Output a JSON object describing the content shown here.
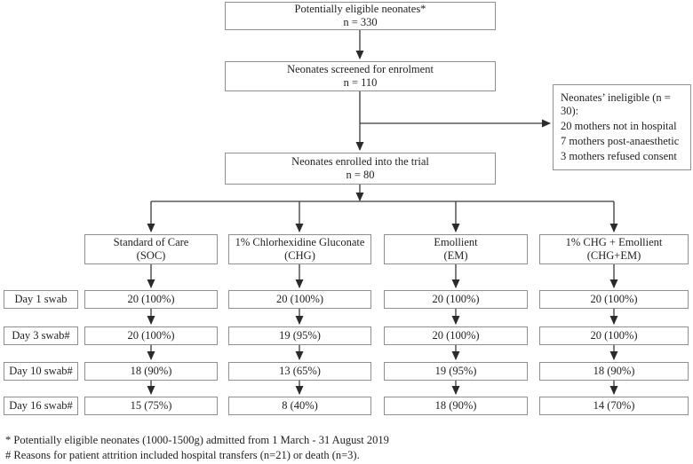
{
  "diagram": {
    "eligible": {
      "line1": "Potentially eligible neonates*",
      "line2": "n = 330"
    },
    "screened": {
      "line1": "Neonates screened for enrolment",
      "line2": "n = 110"
    },
    "ineligible": {
      "title": "Neonates’ ineligible (n = 30):",
      "reasons": [
        "20 mothers not in hospital",
        "7 mothers post-anaesthetic",
        "3 mothers refused consent"
      ]
    },
    "enrolled": {
      "line1": "Neonates enrolled into the trial",
      "line2": "n = 80"
    }
  },
  "rows": [
    "Day 1 swab",
    "Day 3 swab#",
    "Day 10 swab#",
    "Day 16 swab#"
  ],
  "arms": [
    {
      "name": "Standard of Care",
      "abbr": "(SOC)",
      "values": [
        "20 (100%)",
        "20 (100%)",
        "18 (90%)",
        "15 (75%)"
      ]
    },
    {
      "name": "1% Chlorhexidine Gluconate",
      "abbr": "(CHG)",
      "values": [
        "20 (100%)",
        "19 (95%)",
        "13 (65%)",
        "8 (40%)"
      ]
    },
    {
      "name": "Emollient",
      "abbr": "(EM)",
      "values": [
        "20 (100%)",
        "20 (100%)",
        "19 (95%)",
        "18 (90%)"
      ]
    },
    {
      "name": "1% CHG + Emollient",
      "abbr": "(CHG+EM)",
      "values": [
        "20 (100%)",
        "20 (100%)",
        "18 (90%)",
        "14 (70%)"
      ]
    }
  ],
  "footnotes": [
    "* Potentially eligible neonates (1000-1500g) admitted from 1 March - 31 August 2019",
    "# Reasons for patient attrition included hospital transfers (n=21) or death (n=3)."
  ],
  "colors": {
    "line": "#383838",
    "border": "#8f8f8f",
    "text": "#1f1f1f"
  }
}
